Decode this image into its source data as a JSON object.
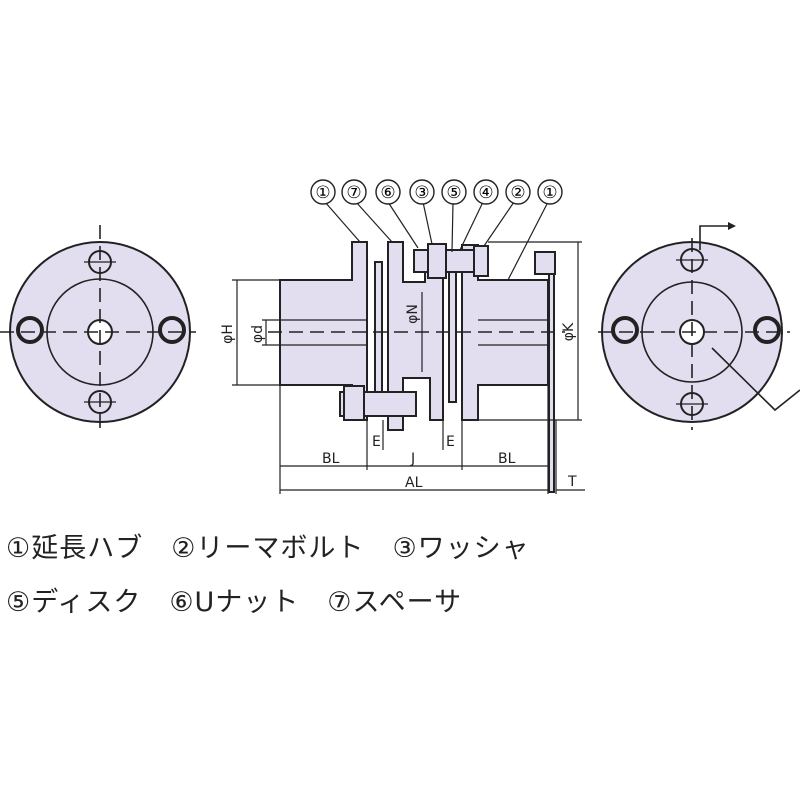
{
  "part_callouts": [
    "①",
    "⑦",
    "⑥",
    "③",
    "⑤",
    "④",
    "②",
    "①"
  ],
  "dimensions": {
    "phi_h": "φH",
    "phi_d": "φd",
    "phi_n": "φN",
    "phi_k": "φK",
    "e_left": "E",
    "e_right": "E",
    "bl_left": "BL",
    "j": "J",
    "bl_right": "BL",
    "al": "AL",
    "t": "T"
  },
  "legend": {
    "row1": [
      "①延長ハブ",
      "②リーマボルト",
      "③ワッシャ"
    ],
    "row2": [
      "⑤ディスク",
      "⑥Uナット",
      "⑦スペーサ"
    ]
  },
  "colors": {
    "part_fill": "#e2def0",
    "line": "#222222"
  }
}
